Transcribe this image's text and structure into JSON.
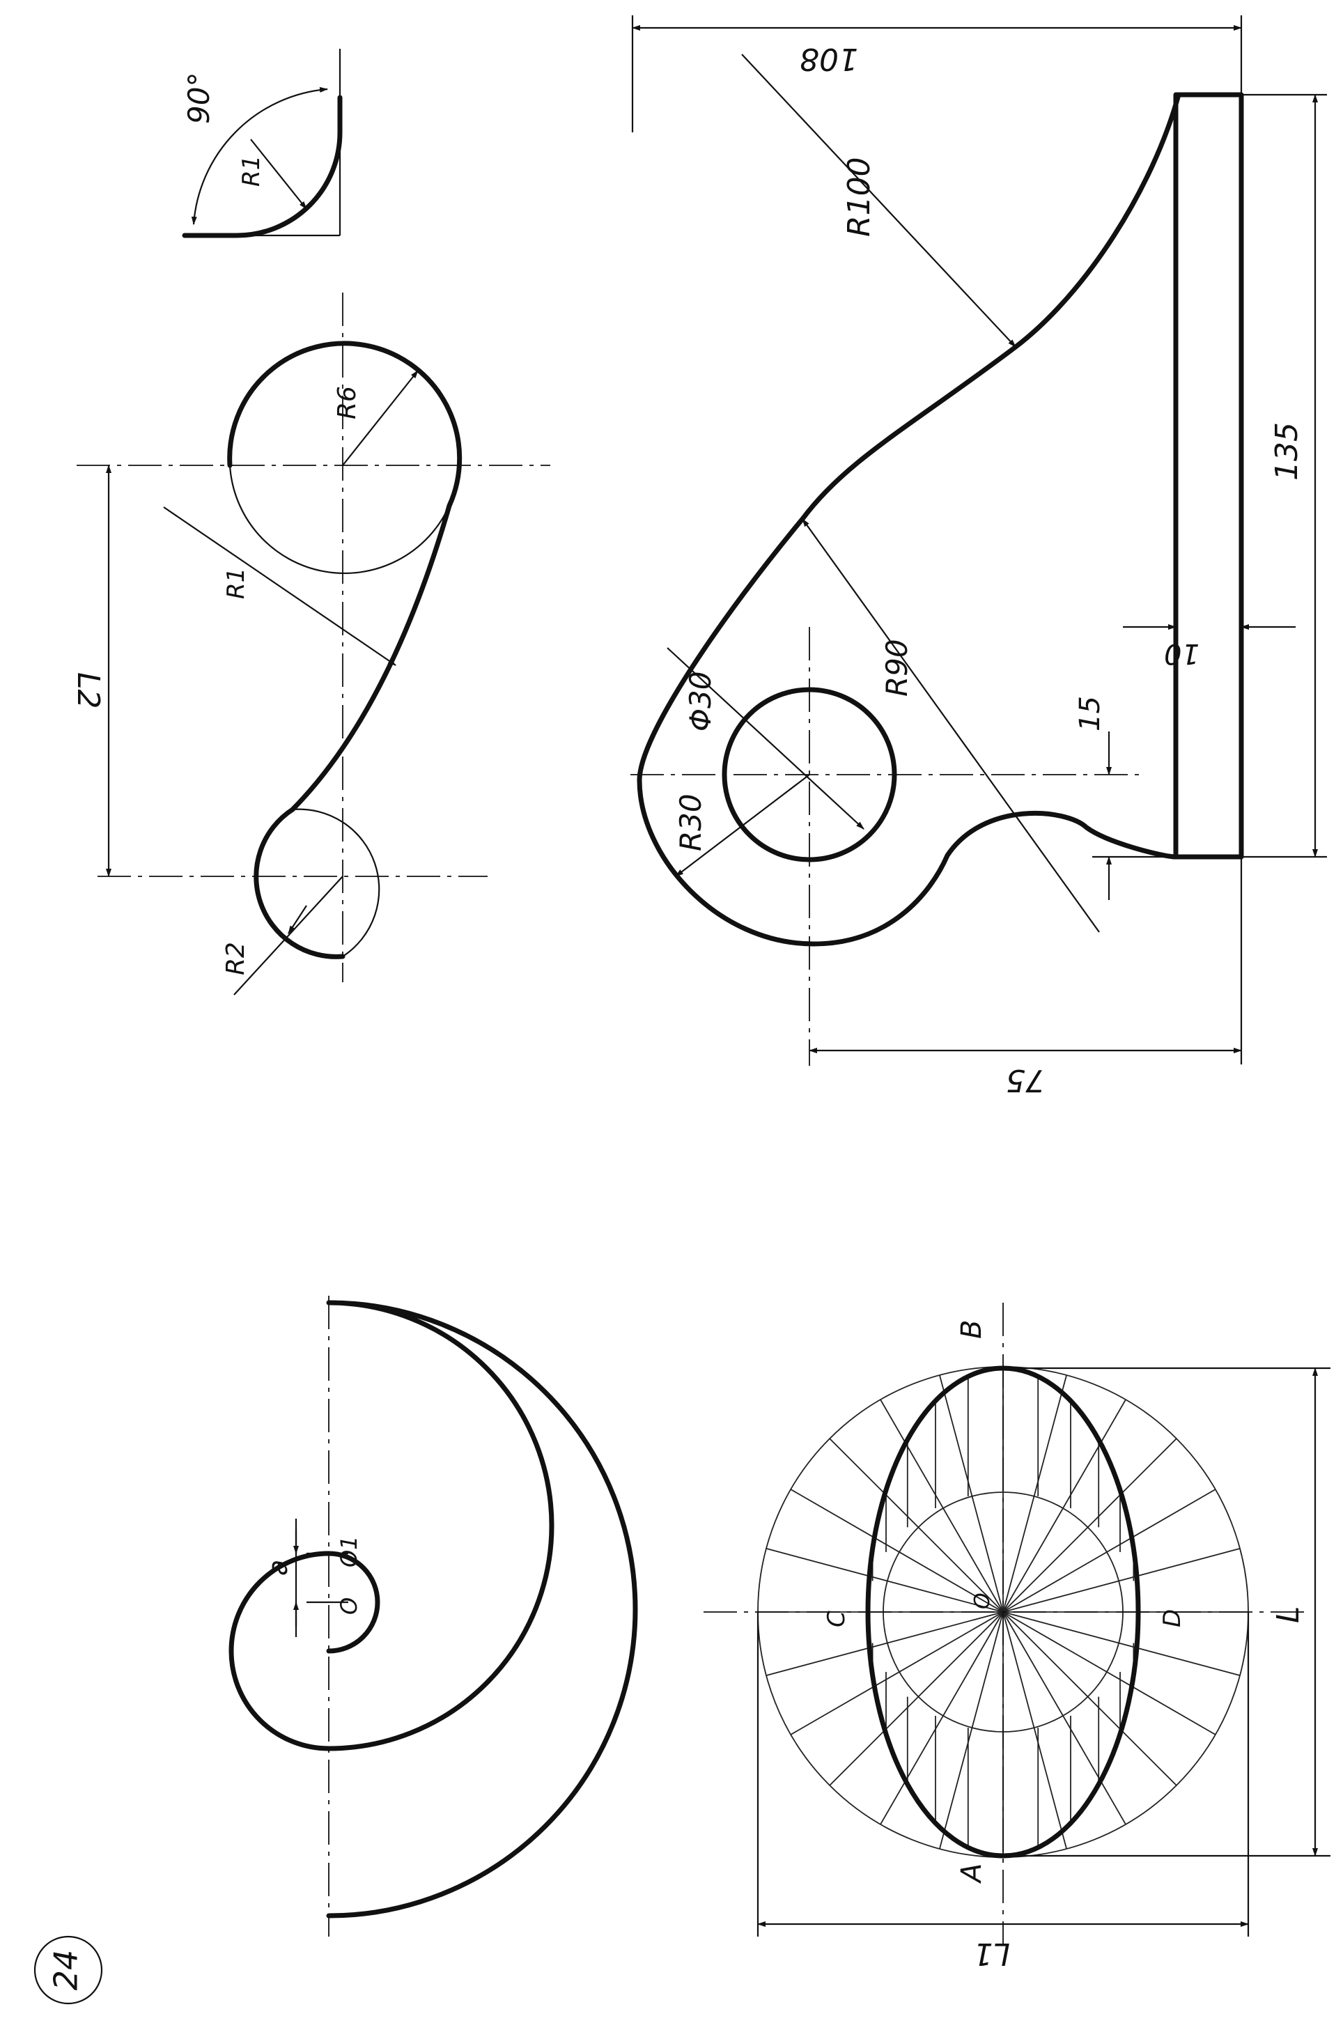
{
  "sheet": {
    "number": "24"
  },
  "quarter_arc": {
    "angle": "90°",
    "radius": "R1"
  },
  "two_circles": {
    "r_big": "R6",
    "r_link": "R1",
    "r_small": "R2",
    "distance": "L2"
  },
  "bracket": {
    "dims": {
      "width": "108",
      "height": "135",
      "arc_large": "R100",
      "arc_mid": "R90",
      "boss": "R30",
      "hole": "Φ30",
      "plate": "10",
      "offset": "15",
      "center_dist": "75"
    }
  },
  "spiral": {
    "step": "a",
    "p1": "O",
    "p2": "O1"
  },
  "ellipse": {
    "A": "A",
    "B": "B",
    "C": "C",
    "D": "D",
    "center": "O",
    "length": "L",
    "width": "L1"
  }
}
